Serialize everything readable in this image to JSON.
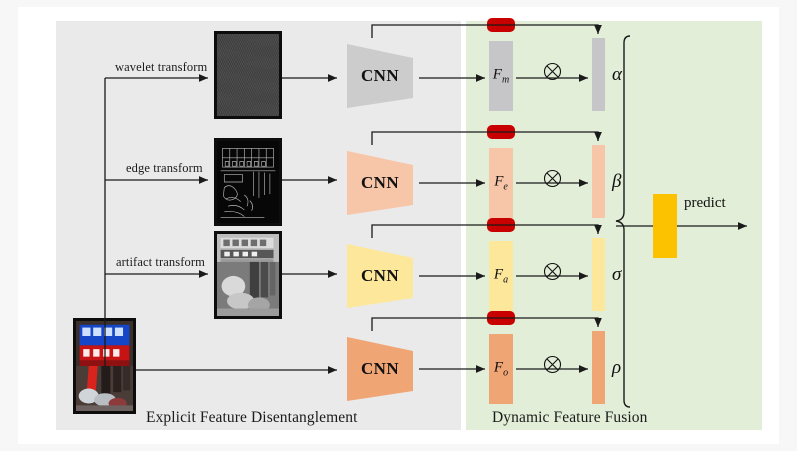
{
  "figure": {
    "title": "Explicit Feature Disentanglement and Dynamic Feature Fusion pipeline",
    "panels": {
      "left": {
        "caption": "Explicit Feature Disentanglement",
        "color": "#ebeaea"
      },
      "right": {
        "caption": "Dynamic Feature Fusion",
        "color": "#e2eed8"
      }
    }
  },
  "transforms": [
    {
      "label": "wavelet transform",
      "thumb": "wavelet-noise-map"
    },
    {
      "label": "edge transform",
      "thumb": "edge-map"
    },
    {
      "label": "artifact transform",
      "thumb": "grayscale-artifact-image"
    }
  ],
  "source_image": {
    "name": "input-photo",
    "thumb": "storefront-photo"
  },
  "branches": [
    {
      "cnn_label": "CNN",
      "cnn_color": "#cccccc",
      "feature": "F",
      "feature_sub": "m",
      "bar_color": "#c6c6c9",
      "weight": "α",
      "gate_color": "#c80000"
    },
    {
      "cnn_label": "CNN",
      "cnn_color": "#f7c5a8",
      "feature": "F",
      "feature_sub": "e",
      "bar_color": "#f7c5a8",
      "weight": "β",
      "gate_color": "#c80000"
    },
    {
      "cnn_label": "CNN",
      "cnn_color": "#fde79a",
      "feature": "F",
      "feature_sub": "a",
      "bar_color": "#fde79a",
      "weight": "σ",
      "gate_color": "#c80000"
    },
    {
      "cnn_label": "CNN",
      "cnn_color": "#f0a574",
      "feature": "F",
      "feature_sub": "o",
      "bar_color": "#f0a574",
      "weight": "ρ",
      "gate_color": "#c80000"
    }
  ],
  "operators": {
    "multiply": "⊗"
  },
  "fusion": {
    "color": "#fcc200",
    "output_label": "predict"
  },
  "colors": {
    "background": "#f7f7f7",
    "canvas": "#ffffff",
    "left_panel": "#ebeaea",
    "right_panel": "#e2eed8",
    "line": "#1a1a1a",
    "gate_red": "#c80000",
    "fusion_yellow": "#fcc200"
  }
}
